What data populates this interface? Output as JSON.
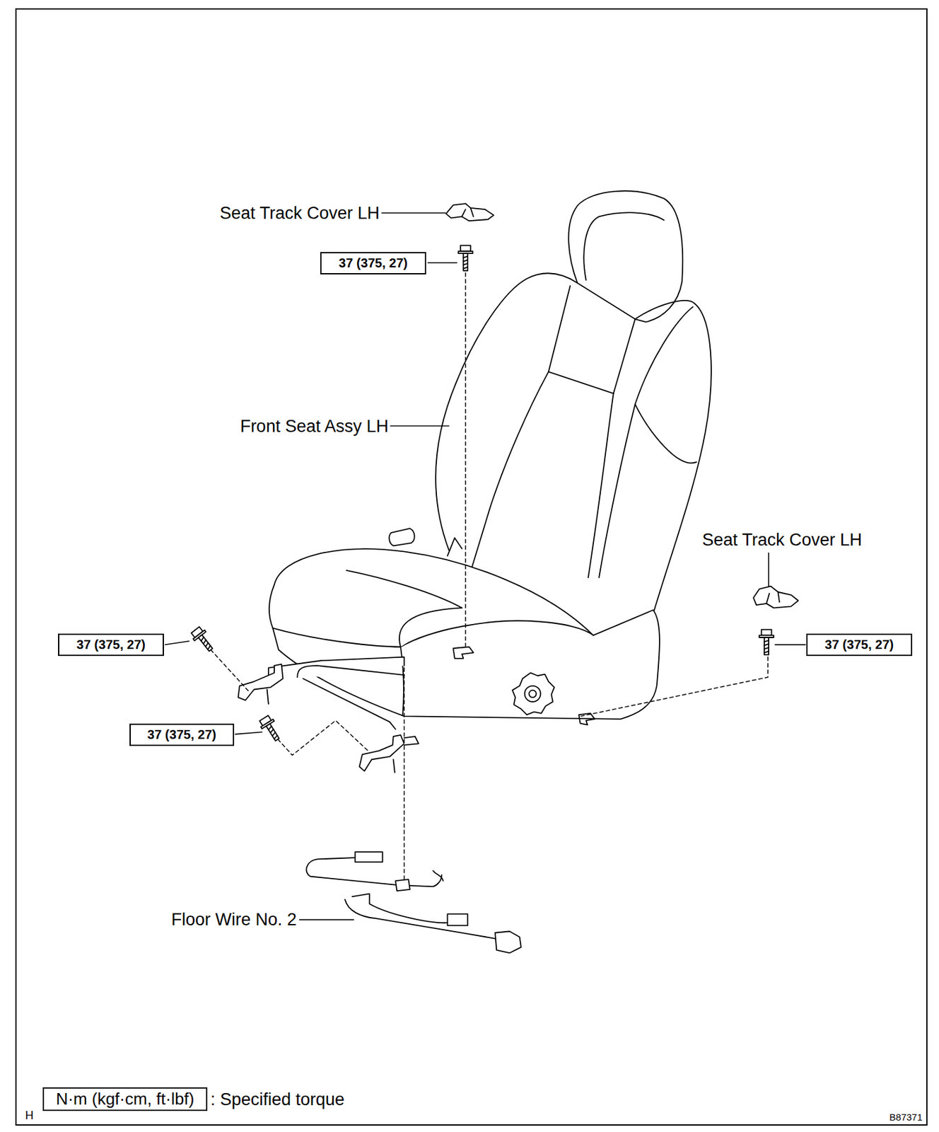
{
  "diagram": {
    "nodes": [
      {
        "text": [
          "37 (375, 27)"
        ]
      },
      {
        "text": [
          "37 (375, 27)"
        ]
      },
      {
        "text": [
          "37 (375, 27)"
        ]
      },
      {
        "text": [
          "37 (375, 27)"
        ]
      },
      {
        "text": [
          "N·m (kgf·cm, ft·lbf)"
        ]
      }
    ],
    "labels": [
      "Seat Track Cover LH",
      "Front Seat Assy LH",
      "Seat Track Cover LH",
      "Floor Wire No. 2",
      ": Specified torque",
      "H",
      "B87371"
    ]
  }
}
